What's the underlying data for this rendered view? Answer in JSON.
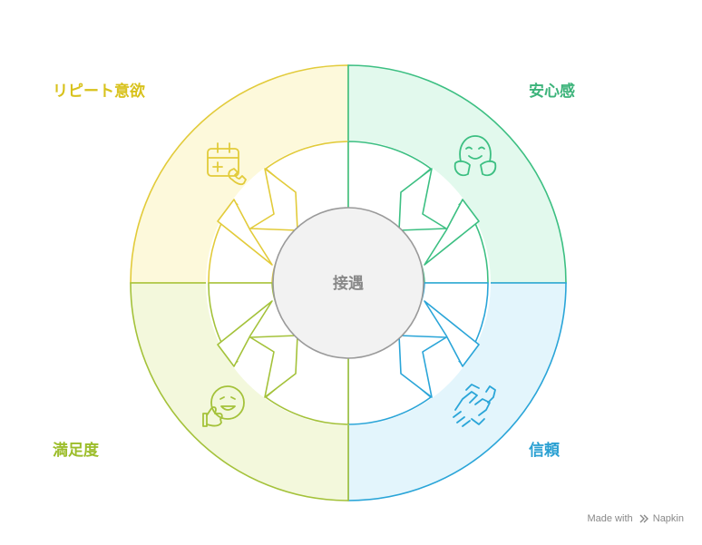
{
  "center": {
    "label": "接遇",
    "fill": "#f2f2f2",
    "stroke": "#9a9a9a",
    "text_color": "#888888"
  },
  "quadrants": [
    {
      "id": "tl",
      "label": "リピート意欲",
      "icon": "calendar-phone-icon",
      "stroke": "#e2cb3a",
      "fill": "#fdf9db",
      "text_color": "#d8c21c"
    },
    {
      "id": "tr",
      "label": "安心感",
      "icon": "smiling-face-hands-icon",
      "stroke": "#3cbf82",
      "fill": "#e2f9ed",
      "text_color": "#3cb37a"
    },
    {
      "id": "br",
      "label": "信頼",
      "icon": "handshake-icon",
      "stroke": "#2aa5d8",
      "fill": "#e3f5fc",
      "text_color": "#2aa0d2"
    },
    {
      "id": "bl",
      "label": "満足度",
      "icon": "thumbs-up-face-icon",
      "stroke": "#a4c23a",
      "fill": "#f3f8dc",
      "text_color": "#9cbd2a"
    }
  ],
  "credit": {
    "prefix": "Made with",
    "brand": "Napkin"
  }
}
